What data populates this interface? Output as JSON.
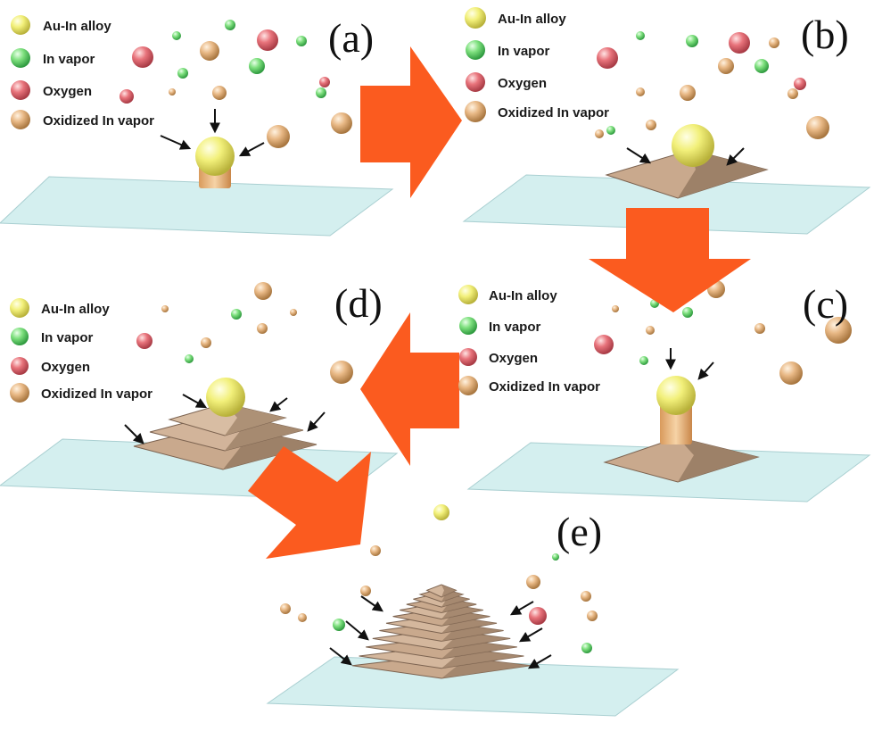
{
  "legend": {
    "au_in_alloy": "Au-In alloy",
    "in_vapor": "In vapor",
    "oxygen": "Oxygen",
    "oxidized_in_vapor": "Oxidized In vapor"
  },
  "panels": {
    "a": "(a)",
    "b": "(b)",
    "c": "(c)",
    "d": "(d)",
    "e": "(e)"
  },
  "colors": {
    "au_in_alloy": "#f2f07a",
    "in_vapor": "#7ee07e",
    "oxygen": "#e8737b",
    "oxidized_in_vapor": "#e8b885",
    "substrate": "#d2eeee",
    "pyramid": "#c9a98d",
    "flow_arrow": "#ff5a1f"
  },
  "icons": [
    "flow-arrow-right-icon",
    "flow-arrow-down-icon",
    "flow-arrow-left-icon",
    "flow-arrow-down-left-icon",
    "incoming-arrow-icon"
  ]
}
